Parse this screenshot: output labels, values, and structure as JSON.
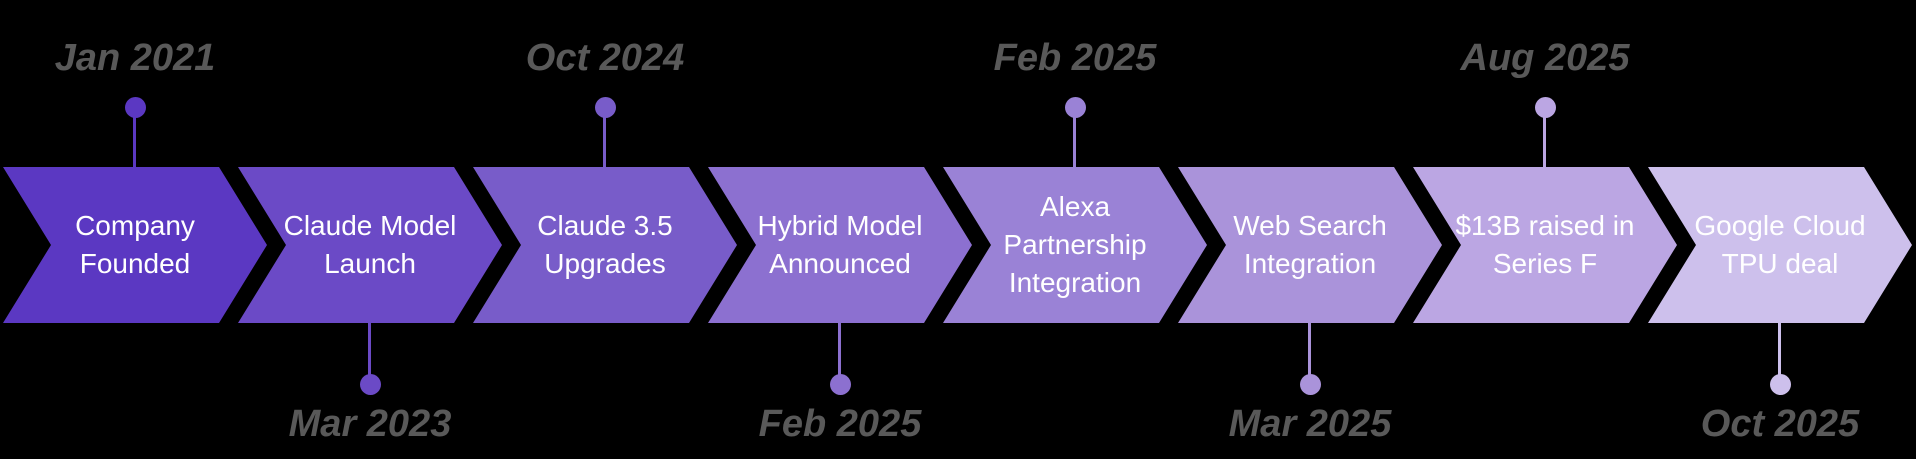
{
  "background_color": "#000000",
  "label_text_color": "#ffffff",
  "date_text_color": "#595959",
  "milestones": [
    {
      "date": "Jan 2021",
      "date_position": "above",
      "color": "#5b38c2",
      "label_lines": [
        "Company",
        "Founded"
      ]
    },
    {
      "date": "Mar 2023",
      "date_position": "below",
      "color": "#6b4ac6",
      "label_lines": [
        "Claude Model",
        "Launch"
      ]
    },
    {
      "date": "Oct 2024",
      "date_position": "above",
      "color": "#785cc9",
      "label_lines": [
        "Claude 3.5",
        "Upgrades"
      ]
    },
    {
      "date": "Feb 2025",
      "date_position": "below",
      "color": "#8c70d0",
      "label_lines": [
        "Hybrid Model",
        "Announced"
      ]
    },
    {
      "date": "Feb 2025",
      "date_position": "above",
      "color": "#9a82d6",
      "label_lines": [
        "Alexa",
        "Partnership",
        "Integration"
      ]
    },
    {
      "date": "Mar 2025",
      "date_position": "below",
      "color": "#aa93da",
      "label_lines": [
        "Web Search",
        "Integration"
      ]
    },
    {
      "date": "Aug 2025",
      "date_position": "above",
      "color": "#bba6e3",
      "label_lines": [
        "$13B raised in",
        "Series F"
      ]
    },
    {
      "date": "Oct 2025",
      "date_position": "below",
      "color": "#cdc0ec",
      "label_lines": [
        "Google Cloud",
        "TPU deal"
      ]
    }
  ]
}
